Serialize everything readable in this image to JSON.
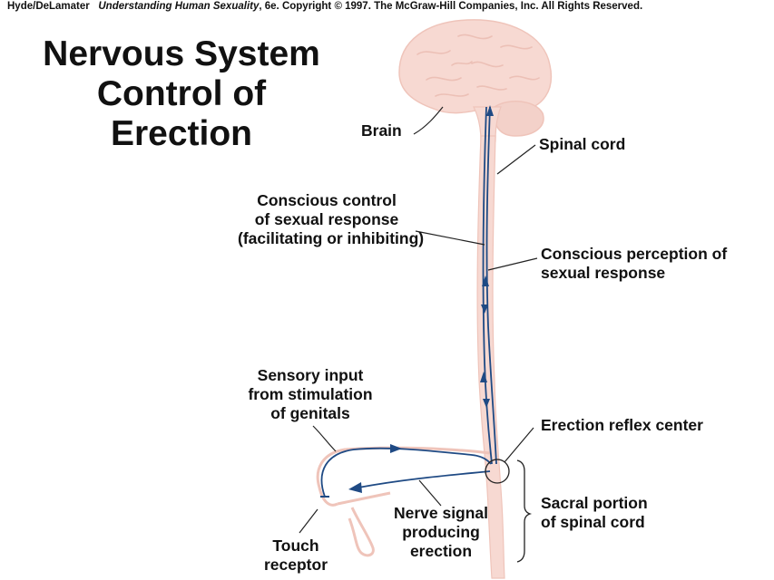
{
  "credit": {
    "authors": "Hyde/DeLamater",
    "book": "Understanding Human Sexuality",
    "rest": ", 6e.  Copyright © 1997. The McGraw-Hill Companies, Inc. All Rights Reserved."
  },
  "title": {
    "line1": "Nervous System",
    "line2": "Control of",
    "line3": "Erection"
  },
  "labels": {
    "brain": "Brain",
    "spinal_cord": "Spinal cord",
    "conscious_control": [
      "Conscious control",
      "of sexual response",
      "(facilitating or inhibiting)"
    ],
    "conscious_perception": [
      "Conscious perception of",
      "sexual response"
    ],
    "sensory_input": [
      "Sensory input",
      "from stimulation",
      "of genitals"
    ],
    "erection_reflex": "Erection reflex center",
    "sacral": [
      "Sacral portion",
      "of spinal cord"
    ],
    "nerve_signal": [
      "Nerve signal",
      "producing",
      "erection"
    ],
    "touch_receptor": [
      "Touch",
      "receptor"
    ]
  },
  "colors": {
    "tissue": "#f7d9d2",
    "tissue_outline": "#efc4ba",
    "nerve": "#1f4a84",
    "leader": "#222222"
  }
}
